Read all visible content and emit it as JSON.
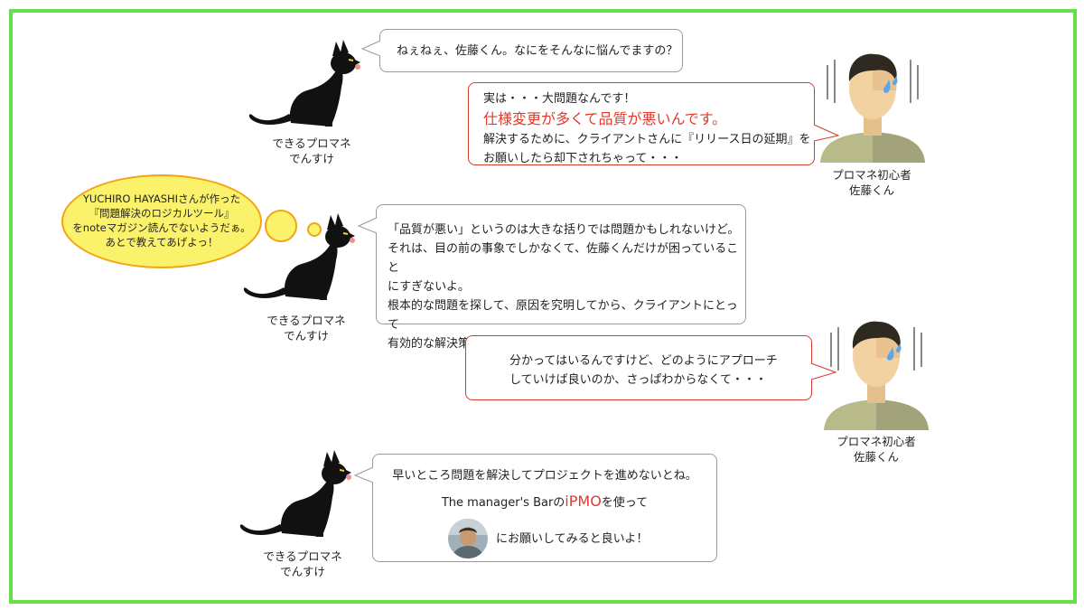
{
  "cat": {
    "caption_line1": "できるプロマネ",
    "caption_line2": "でんすけ"
  },
  "person": {
    "caption_line1": "プロマネ初心者",
    "caption_line2": "佐藤くん"
  },
  "dialog": {
    "b1": "ねぇねぇ、佐藤くん。なにをそんなに悩んでますの？",
    "b2_line1": "実は・・・大問題なんです！",
    "b2_emphasis": "仕様変更が多くて品質が悪いんです。",
    "b2_line3": "解決するために、クライアントさんに『リリース日の延期』を",
    "b2_line4": "お願いしたら却下されちゃって・・・",
    "b3_line1": "「品質が悪い」というのは大きな括りでは問題かもしれないけど。",
    "b3_line2": "それは、目の前の事象でしかなくて、佐藤くんだけが困っていること",
    "b3_line3": "にすぎないよ。",
    "b3_line4": "根本的な問題を探して、原因を究明してから、クライアントにとって",
    "b3_line5": "有効的な解決策を提示してあげないとダメだよ！",
    "b4_line1": "分かってはいるんですけど、どのようにアプローチ",
    "b4_line2": "していけば良いのか、さっぱわからなくて・・・",
    "b5_line1": "早いところ問題を解決してプロジェクトを進めないとね。",
    "b5_pre": "The manager's Barの",
    "b5_highlight": "iPMO",
    "b5_post": "を使って",
    "b5_line3": "にお願いしてみると良いよ！"
  },
  "thought": {
    "line1": "YUCHIRO HAYASHIさんが作った",
    "line2": "『問題解決のロジカルツール』",
    "line3": "をnoteマガジン読んでないようだぁ。",
    "line4": "あとで教えてあげよっ！"
  },
  "colors": {
    "frame": "#66e04a",
    "accent_red": "#e23a2b",
    "thought_fill": "#fbf26b",
    "thought_border": "#f2a414"
  }
}
